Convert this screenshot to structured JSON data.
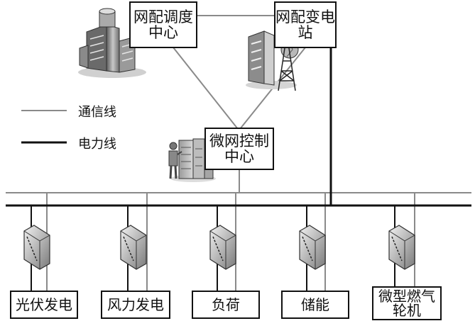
{
  "title": "",
  "colors": {
    "comm_line": "#8a8a8a",
    "power_line": "#111111",
    "box_border": "#111111"
  },
  "nodes": {
    "dispatch_center": {
      "label": "网配调度\n中心",
      "icon": "office-building-icon"
    },
    "substation": {
      "label": "网配变电\n站",
      "icon": "substation-tower-icon"
    },
    "microgrid_control": {
      "label": "微网控制\n中心",
      "icon": "server-operator-icon"
    }
  },
  "legend": {
    "comm_line_label": "通信线",
    "power_line_label": "电力线"
  },
  "devices": [
    {
      "label": "光伏发电",
      "icon": "switch-module-icon"
    },
    {
      "label": "风力发电",
      "icon": "switch-module-icon"
    },
    {
      "label": "负荷",
      "icon": "switch-module-icon"
    },
    {
      "label": "储能",
      "icon": "switch-module-icon"
    },
    {
      "label": "微型燃气\n轮机",
      "icon": "switch-module-icon"
    }
  ]
}
